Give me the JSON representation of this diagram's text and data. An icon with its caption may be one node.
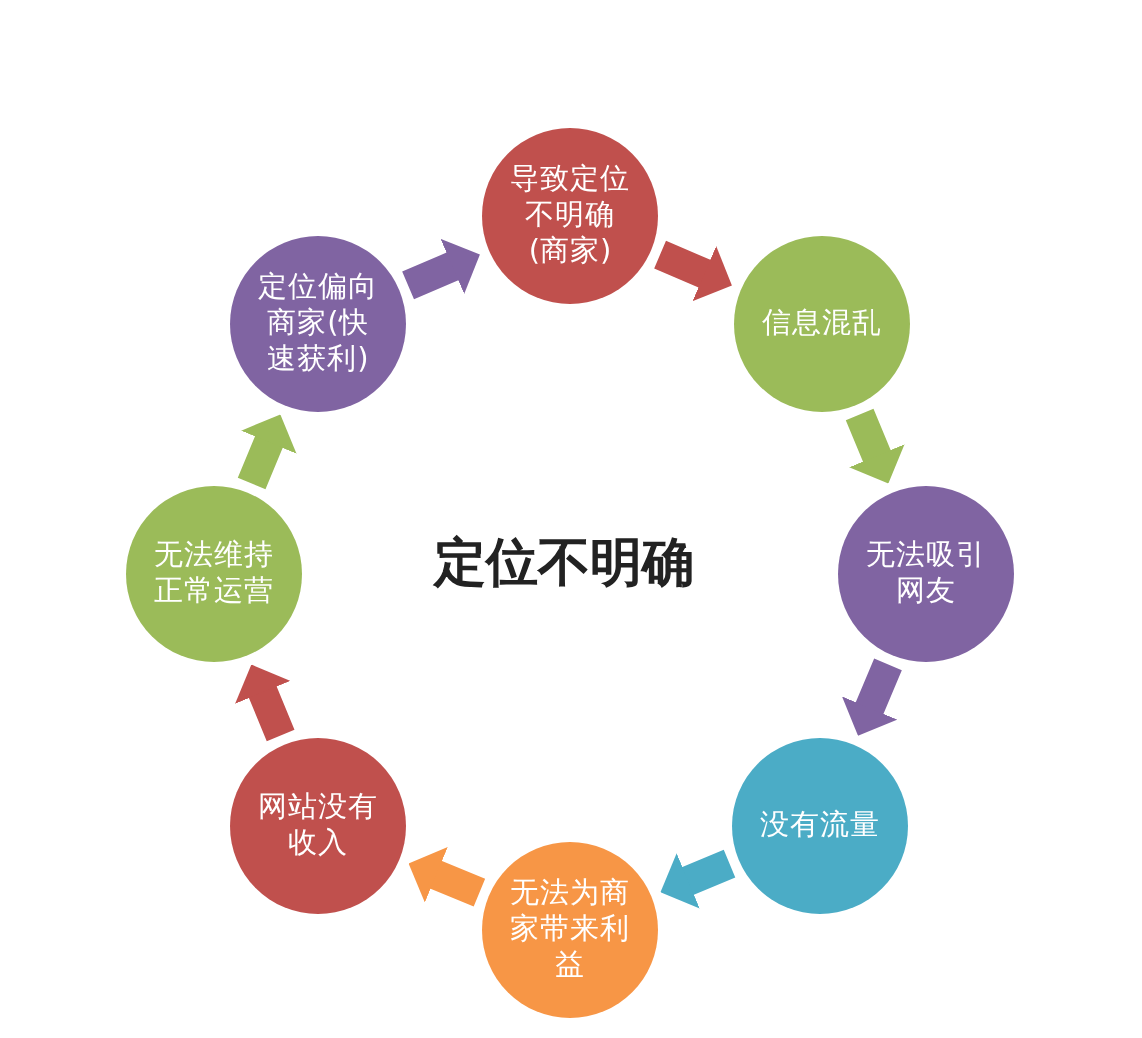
{
  "diagram": {
    "title": "定位不明确",
    "nodes": [
      {
        "text": [
          "导致定位不明确(商家)"
        ]
      },
      {
        "text": [
          "信息混乱"
        ]
      },
      {
        "text": [
          "无法吸引网友"
        ]
      },
      {
        "text": [
          "没有流量"
        ]
      },
      {
        "text": [
          "无法为商家带来利益"
        ]
      },
      {
        "text": [
          "网站没有收入"
        ]
      },
      {
        "text": [
          "无法维持正常运营"
        ]
      },
      {
        "text": [
          "定位偏向商家(快速获利)"
        ]
      }
    ],
    "edges": [
      {
        "from": 0,
        "to": 1,
        "arrow": "to",
        "color": "#c0504d"
      },
      {
        "from": 1,
        "to": 2,
        "arrow": "to",
        "color": "#9bbb59"
      },
      {
        "from": 2,
        "to": 3,
        "arrow": "to",
        "color": "#8064a2"
      },
      {
        "from": 3,
        "to": 4,
        "arrow": "to",
        "color": "#4bacc6"
      },
      {
        "from": 4,
        "to": 5,
        "arrow": "to",
        "color": "#f79646"
      },
      {
        "from": 5,
        "to": 6,
        "arrow": "to",
        "color": "#c0504d"
      },
      {
        "from": 6,
        "to": 7,
        "arrow": "to",
        "color": "#9bbb59"
      },
      {
        "from": 7,
        "to": 0,
        "arrow": "to",
        "color": "#8064a2"
      }
    ]
  }
}
